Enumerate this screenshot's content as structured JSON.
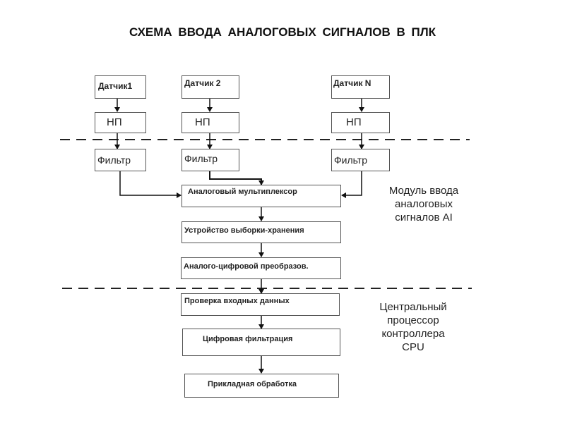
{
  "title": "СХЕМА  ВВОДА  АНАЛОГОВЫХ  СИГНАЛОВ  В   ПЛК",
  "sensors": [
    {
      "sensor": "Датчик1",
      "converter": "НП",
      "filter": "Фильтр"
    },
    {
      "sensor": "Датчик 2",
      "converter": "НП",
      "filter": "Фильтр"
    },
    {
      "sensor": "Датчик N",
      "converter": "НП",
      "filter": "Фильтр"
    }
  ],
  "chain": [
    "Аналоговый мультиплексор",
    "Устройство выборки-хранения",
    "Аналого-цифровой преобразов.",
    "Проверка входных данных",
    "Цифровая фильтрация",
    "Прикладная обработка"
  ],
  "zones": {
    "ai_module": [
      "Модуль ввода",
      "аналоговых",
      "сигналов  AI"
    ],
    "cpu": [
      "Центральный",
      "процессор",
      "контроллера",
      "CPU"
    ]
  }
}
